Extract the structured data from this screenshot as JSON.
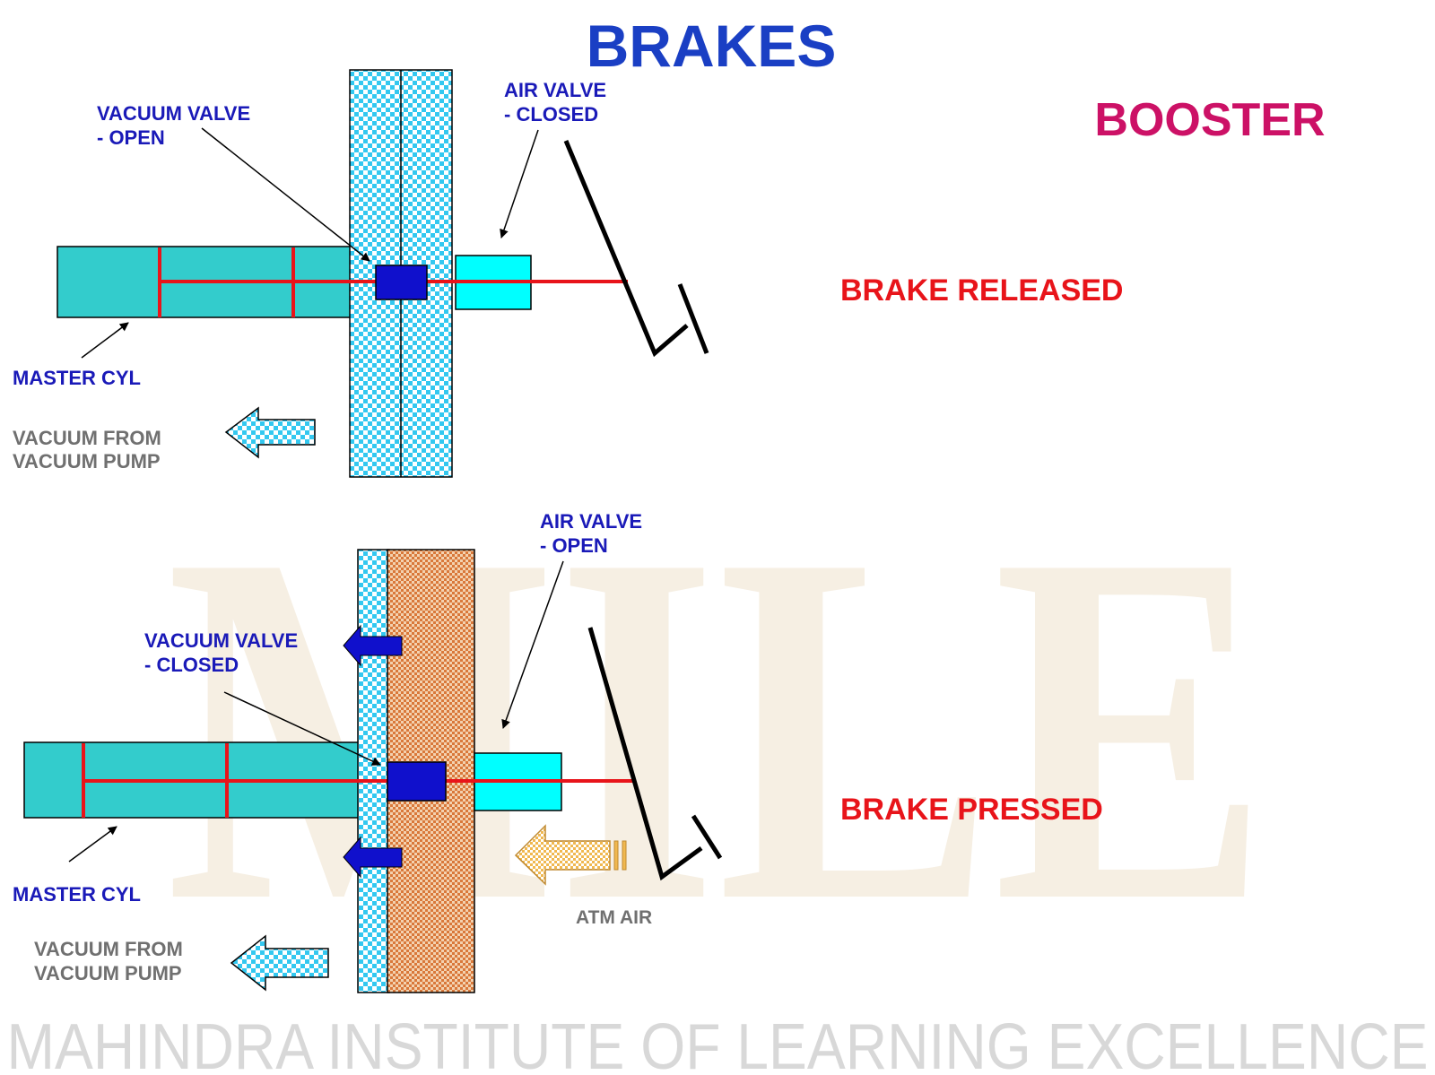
{
  "title": "BRAKES",
  "subtitle": "BOOSTER",
  "watermark": {
    "logo_text": "MILE",
    "footer": "MAHINDRA INSTITUTE OF LEARNING  EXCELLENCE"
  },
  "top": {
    "state": "BRAKE RELEASED",
    "vacuum_valve": [
      "VACUUM VALVE",
      "- OPEN"
    ],
    "air_valve": [
      "AIR  VALVE",
      "- CLOSED"
    ],
    "master_cyl": "MASTER CYL",
    "vacuum_source": [
      "VACUUM FROM",
      "VACUUM PUMP"
    ]
  },
  "bottom": {
    "state": "BRAKE PRESSED",
    "vacuum_valve": [
      "VACUUM VALVE",
      "- CLOSED"
    ],
    "air_valve": [
      "AIR  VALVE",
      "- OPEN"
    ],
    "master_cyl": "MASTER CYL",
    "vacuum_source": [
      "VACUUM FROM",
      "VACUUM PUMP"
    ],
    "atm_air": "ATM AIR"
  },
  "colors": {
    "title": "#1a3fc4",
    "subtitle": "#cc1166",
    "state": "#e8141a",
    "label_blue": "#1a1ab8",
    "label_grey": "#707070",
    "cylinder": "#33cccc",
    "cylinder_light": "#00ffff",
    "valve": "#1010cc",
    "rod": "#e8141a",
    "orange_chamber": "#d9783a"
  }
}
